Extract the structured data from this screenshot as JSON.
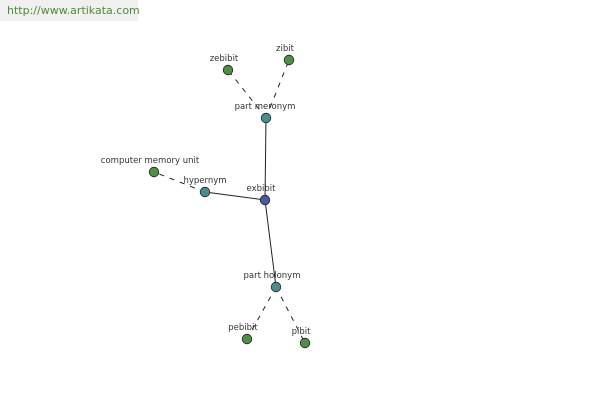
{
  "site_url": "http://www.artikata.com",
  "colors": {
    "center": "#4a5a9c",
    "relation": "#4a8e8a",
    "leaf": "#4f8f45",
    "banner_text": "#4f8a3d"
  },
  "nodes": [
    {
      "id": "exbibit",
      "label": "exbibit",
      "kind": "center"
    },
    {
      "id": "part-meronym",
      "label": "part meronym",
      "kind": "relation"
    },
    {
      "id": "hypernym",
      "label": "hypernym",
      "kind": "relation"
    },
    {
      "id": "part-holonym",
      "label": "part holonym",
      "kind": "relation"
    },
    {
      "id": "zebibit",
      "label": "zebibit",
      "kind": "leaf"
    },
    {
      "id": "zibit",
      "label": "zibit",
      "kind": "leaf"
    },
    {
      "id": "computer-memory-unit",
      "label": "computer memory unit",
      "kind": "leaf"
    },
    {
      "id": "pebibit",
      "label": "pebibit",
      "kind": "leaf"
    },
    {
      "id": "pibit",
      "label": "pibit",
      "kind": "leaf"
    }
  ],
  "edges": [
    {
      "from": "exbibit",
      "to": "part-meronym",
      "style": "solid"
    },
    {
      "from": "exbibit",
      "to": "hypernym",
      "style": "solid"
    },
    {
      "from": "exbibit",
      "to": "part-holonym",
      "style": "solid"
    },
    {
      "from": "part-meronym",
      "to": "zebibit",
      "style": "dashed"
    },
    {
      "from": "part-meronym",
      "to": "zibit",
      "style": "dashed"
    },
    {
      "from": "hypernym",
      "to": "computer-memory-unit",
      "style": "dashed"
    },
    {
      "from": "part-holonym",
      "to": "pebibit",
      "style": "dashed"
    },
    {
      "from": "part-holonym",
      "to": "pibit",
      "style": "dashed"
    }
  ]
}
